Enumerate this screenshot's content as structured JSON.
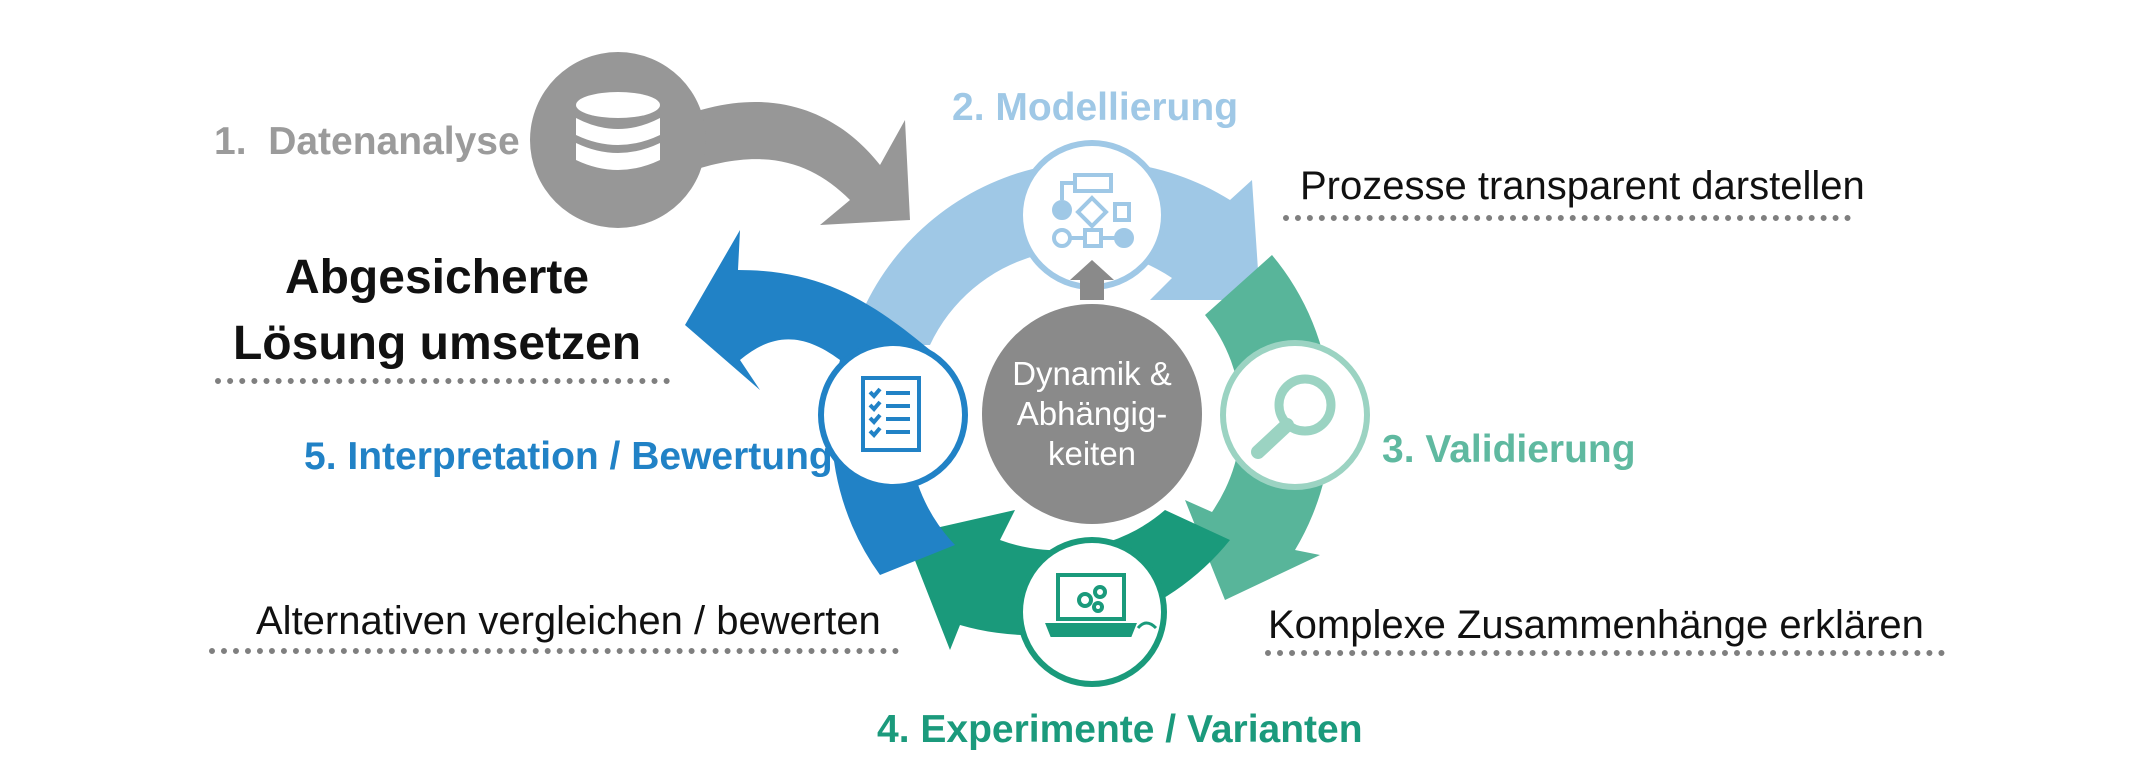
{
  "steps": {
    "s1": {
      "label": "1.  Datenanalyse",
      "icon": "database-icon",
      "color": "#9b9b9b"
    },
    "s2": {
      "label": "2. Modellierung",
      "icon": "process-flowchart-icon",
      "color": "#9fc8e6"
    },
    "s3": {
      "label": "3. Validierung",
      "icon": "magnifier-icon",
      "color": "#5fb9a0"
    },
    "s4": {
      "label": "4. Experimente / Varianten",
      "icon": "laptop-gears-icon",
      "color": "#1b9a7c"
    },
    "s5": {
      "label": "5. Interpretation / Bewertung",
      "icon": "checklist-icon",
      "color": "#2182c6"
    }
  },
  "center": {
    "line1": "Dynamik &",
    "line2": "Abhängig-",
    "line3": "keiten",
    "color": "#8a8a8a"
  },
  "outcomes": {
    "headline_line1": "Abgesicherte",
    "headline_line2": "Lösung umsetzen",
    "prozesse": "Prozesse transparent darstellen",
    "komplexe": "Komplexe Zusammenhänge erklären",
    "alternativen": "Alternativen vergleichen / bewerten"
  }
}
